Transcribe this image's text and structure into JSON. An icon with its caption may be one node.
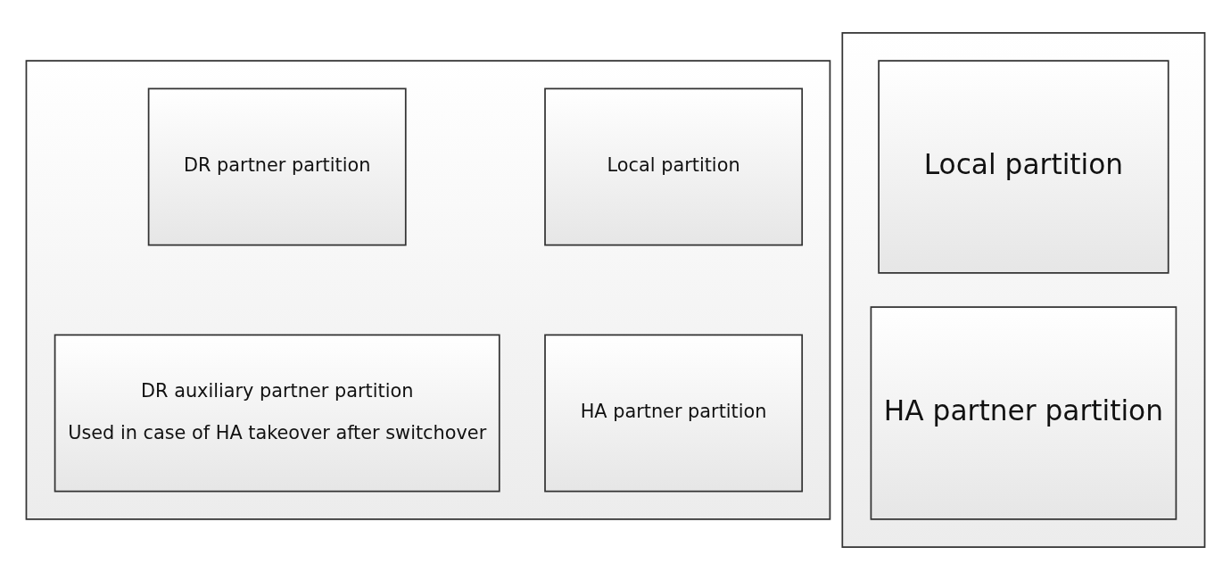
{
  "diagram": {
    "nodes": [
      {
        "text": [],
        "shape": "box"
      },
      {
        "text": [
          "Local partition"
        ],
        "in": 0
      },
      {
        "text": [
          "DR partner partition"
        ],
        "in": 0
      },
      {
        "text": [
          "HA partner partition"
        ],
        "in": 0
      },
      {
        "text": [
          "DR auxiliary partner partition",
          "Used in case of HA takeover after switchover"
        ],
        "in": 0
      },
      {
        "text": [],
        "shape": "box"
      },
      {
        "text": [
          "Local partition"
        ],
        "in": 5
      },
      {
        "text": [
          "HA partner partition"
        ],
        "in": 5
      }
    ],
    "edges": []
  }
}
